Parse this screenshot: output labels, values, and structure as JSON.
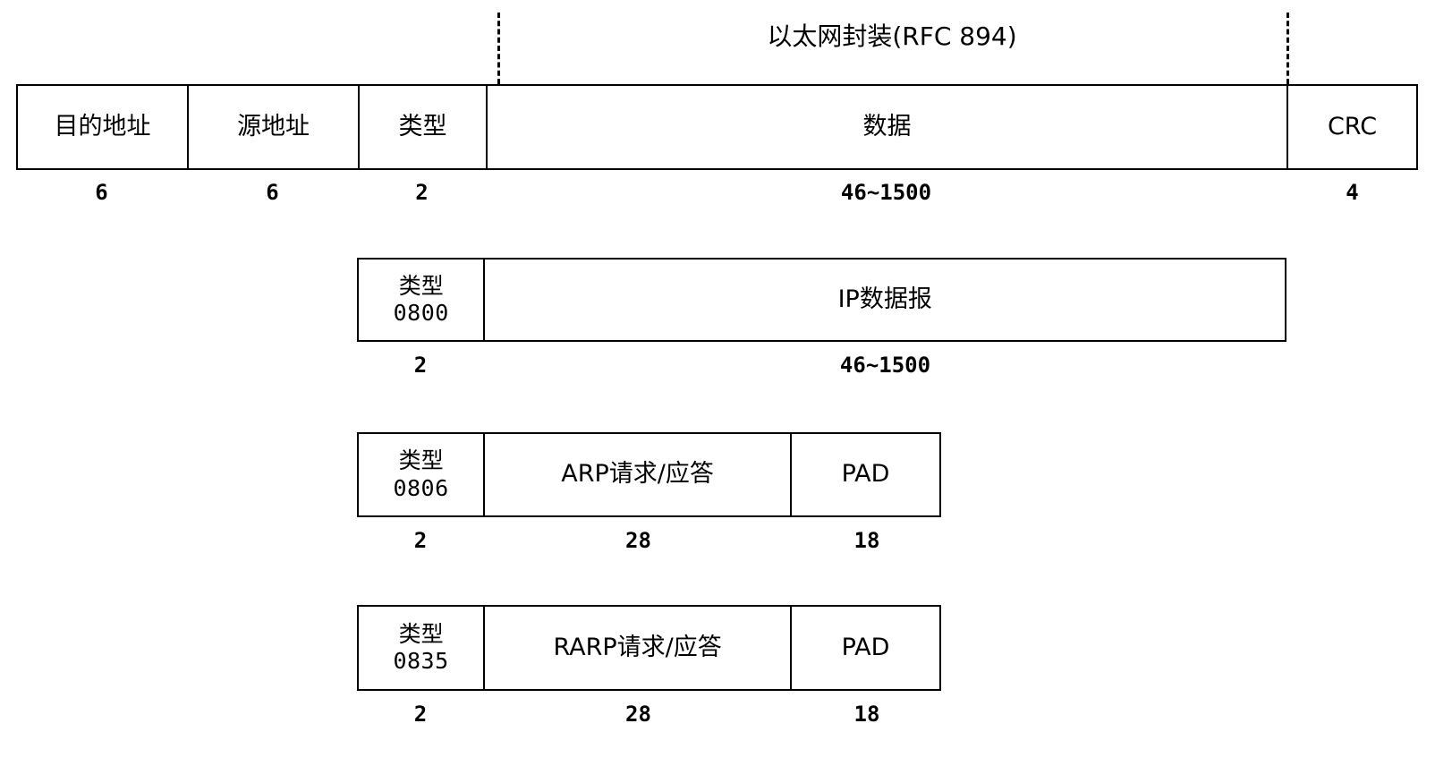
{
  "diagram": {
    "title": "以太网封装(RFC 894)",
    "rows": [
      {
        "id": "ethernet-frame",
        "cells": [
          {
            "name": "destination-address",
            "label": "目的地址",
            "size": "6"
          },
          {
            "name": "source-address",
            "label": "源地址",
            "size": "6"
          },
          {
            "name": "type",
            "label": "类型",
            "size": "2"
          },
          {
            "name": "data",
            "label": "数据",
            "size": "46~1500"
          },
          {
            "name": "crc",
            "label": "CRC",
            "size": "4"
          }
        ]
      },
      {
        "id": "ip-datagram-frame",
        "cells": [
          {
            "name": "type-0800",
            "label": "类型",
            "code": "0800",
            "size": "2"
          },
          {
            "name": "ip-datagram",
            "label": "IP数据报",
            "size": "46~1500"
          }
        ]
      },
      {
        "id": "arp-frame",
        "cells": [
          {
            "name": "type-0806",
            "label": "类型",
            "code": "0806",
            "size": "2"
          },
          {
            "name": "arp-request-reply",
            "label": "ARP请求/应答",
            "size": "28"
          },
          {
            "name": "arp-pad",
            "label": "PAD",
            "size": "18"
          }
        ]
      },
      {
        "id": "rarp-frame",
        "cells": [
          {
            "name": "type-0835",
            "label": "类型",
            "code": "0835",
            "size": "2"
          },
          {
            "name": "rarp-request-reply",
            "label": "RARP请求/应答",
            "size": "28"
          },
          {
            "name": "rarp-pad",
            "label": "PAD",
            "size": "18"
          }
        ]
      }
    ],
    "colors": {
      "stroke": "#000000",
      "background": "#ffffff",
      "text": "#000000"
    }
  }
}
